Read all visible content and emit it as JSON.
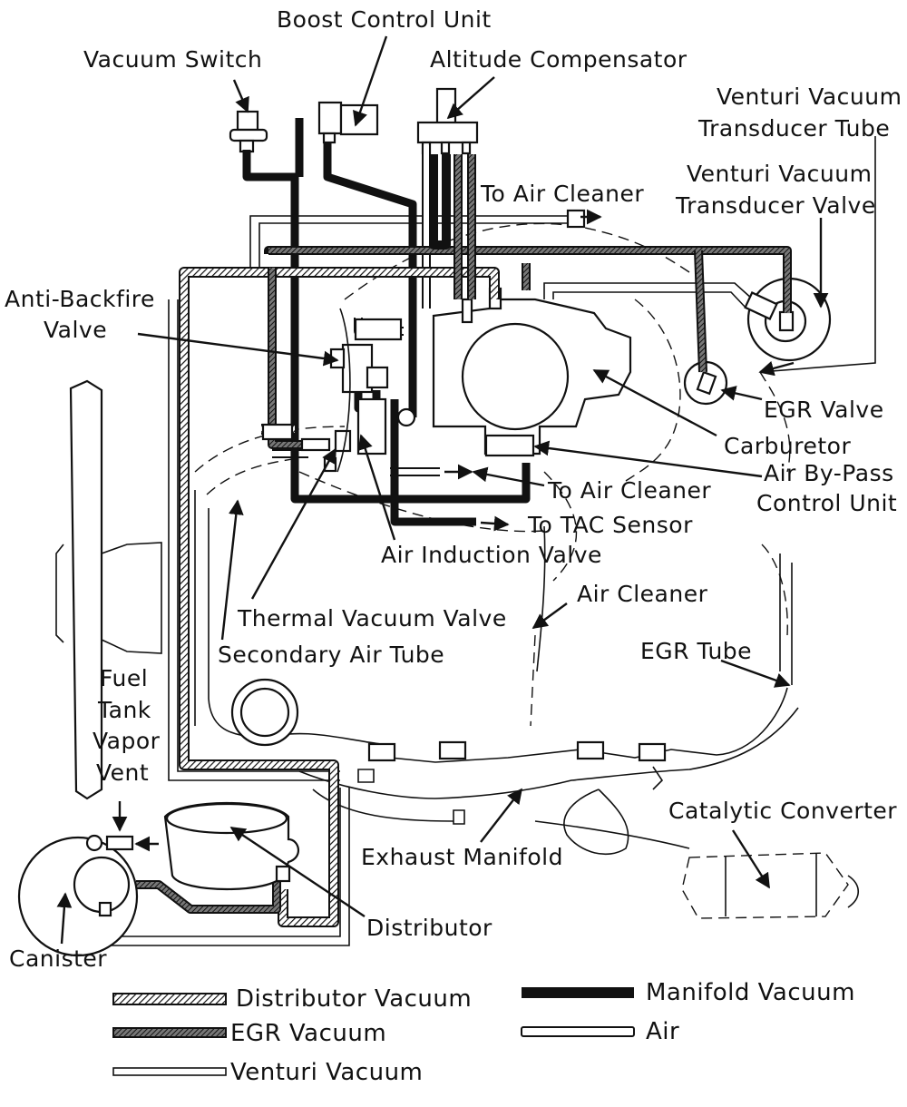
{
  "labels": {
    "boost_control_unit": "Boost Control Unit",
    "vacuum_switch": "Vacuum Switch",
    "altitude_compensator": "Altitude Compensator",
    "venturi_tube_1": "Venturi Vacuum",
    "venturi_tube_2": "Transducer Tube",
    "venturi_valve_1": "Venturi Vacuum",
    "venturi_valve_2": "Transducer Valve",
    "to_air_cleaner_top": "To Air Cleaner",
    "anti_backfire_1": "Anti-Backfire",
    "anti_backfire_2": "Valve",
    "egr_valve": "EGR Valve",
    "carburetor": "Carburetor",
    "air_bypass_1": "Air By-Pass",
    "air_bypass_2": "Control Unit",
    "to_air_cleaner_mid": "To Air Cleaner",
    "to_tac_sensor": "To TAC Sensor",
    "air_induction_valve": "Air Induction Valve",
    "air_cleaner": "Air Cleaner",
    "thermal_vacuum_valve": "Thermal Vacuum Valve",
    "secondary_air_tube": "Secondary Air Tube",
    "egr_tube": "EGR Tube",
    "fuel_tank_1": "Fuel",
    "fuel_tank_2": "Tank",
    "fuel_tank_3": "Vapor",
    "fuel_tank_4": "Vent",
    "catalytic_converter": "Catalytic Converter",
    "exhaust_manifold": "Exhaust Manifold",
    "distributor": "Distributor",
    "canister": "Canister"
  },
  "legend": {
    "distributor_vacuum": "Distributor Vacuum",
    "manifold_vacuum": "Manifold Vacuum",
    "egr_vacuum": "EGR Vacuum",
    "air": "Air",
    "venturi_vacuum": "Venturi Vacuum"
  },
  "icons": {
    "pointer": "arrow-icon",
    "component": "outline-part-icon"
  }
}
